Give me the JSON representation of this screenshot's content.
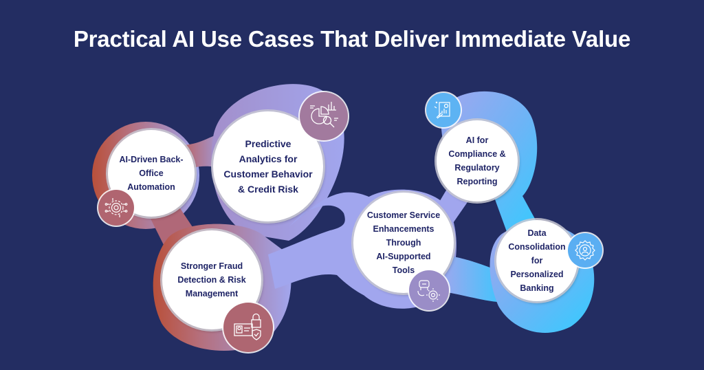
{
  "title": "Practical AI Use Cases That Deliver Immediate Value",
  "colors": {
    "background": "#232d62",
    "text_dark": "#1f2466",
    "rust": "#b9503a",
    "mauve": "#a87a9c",
    "periwinkle": "#a1a6ee",
    "sky": "#69b8f6",
    "cyan": "#33ccff"
  },
  "use_cases": [
    {
      "id": "back-office",
      "label": "AI-Driven Back-\nOffice\nAutomation",
      "icon": "circuit-chip-icon"
    },
    {
      "id": "predictive",
      "label": "Predictive\nAnalytics for\nCustomer Behavior\n& Credit Risk",
      "icon": "analytics-magnifier-icon"
    },
    {
      "id": "compliance",
      "label": "AI for\nCompliance &\nRegulatory\nReporting",
      "icon": "report-document-icon"
    },
    {
      "id": "customer-service",
      "label": "Customer Service\nEnhancements\nThrough\nAI-Supported\nTools",
      "icon": "robot-gear-icon"
    },
    {
      "id": "fraud",
      "label": "Stronger Fraud\nDetection & Risk\nManagement",
      "icon": "id-card-lock-icon"
    },
    {
      "id": "data",
      "label": "Data\nConsolidation\nfor Personalized\nBanking",
      "icon": "gear-user-icon"
    }
  ]
}
